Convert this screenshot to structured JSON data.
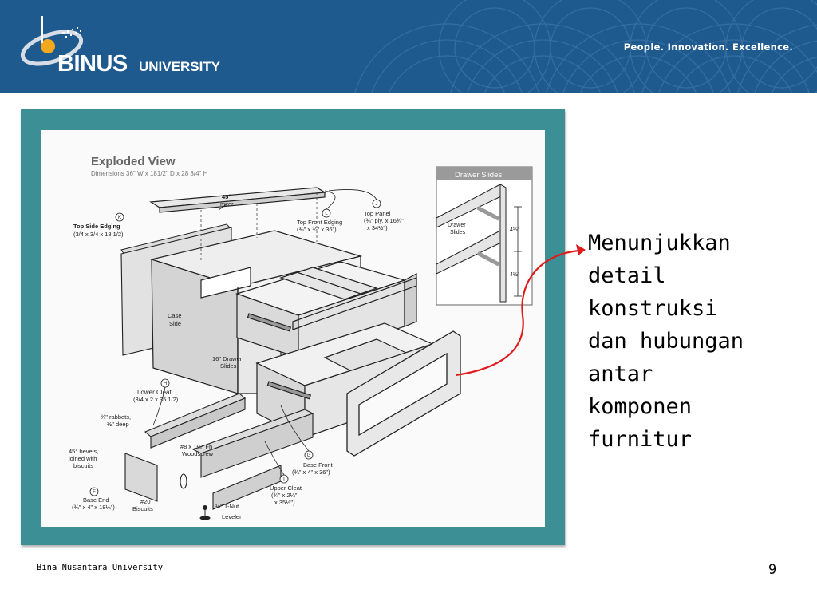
{
  "header": {
    "logo_word": "BINUS",
    "logo_suffix": "UNIVERSITY",
    "tagline": "People. Innovation. Excellence.",
    "background_color": "#1f5a8f"
  },
  "figure": {
    "frame_color": "#3c8f94",
    "title": "Exploded View",
    "dimensions": "Dimensions 36\" W x 181/2\" D x 28 3/4\" H",
    "callouts": {
      "miter_1": "45°",
      "miter_2": "miter",
      "top_side_edging_letter": "K",
      "top_side_edging_1": "Top Side Edging",
      "top_side_edging_2": "(3/4 x 3/4 x 18 1/2)",
      "top_front_edging_letter": "L",
      "top_front_edging_1": "Top Front Edging",
      "top_front_edging_2": "(¾\" x ¾\" x 36\")",
      "top_panel_letter": "J",
      "top_panel_1": "Top Panel",
      "top_panel_2": "(¾\" ply. x 16¾\"",
      "top_panel_3": "x 34½\")",
      "case_side_1": "Case",
      "case_side_2": "Side",
      "drawer_slides_1": "16\" Drawer",
      "drawer_slides_2": "Slides",
      "lower_cleat_letter": "H",
      "lower_cleat_1": "Lower Cleat",
      "lower_cleat_2": "(3/4 x 2 x 35 1/2)",
      "rabbets_1": "¾\" rabbets,",
      "rabbets_2": "½\" deep",
      "woodscrew_1": "#8 x 1¼\" Fh",
      "woodscrew_2": "Woodscrew",
      "bevels_1": "45° bevels,",
      "bevels_2": "joined with",
      "bevels_3": "biscuits",
      "base_end_letter": "F",
      "base_end_1": "Base End",
      "base_end_2": "(¾\" x 4\" x 18¼\")",
      "biscuits_1": "#20",
      "biscuits_2": "Biscuits",
      "base_front_letter": "G",
      "base_front_1": "Base Front",
      "base_front_2": "(¾\" x 4\" x 36\")",
      "upper_cleat_letter": "I",
      "upper_cleat_1": "Upper Cleat",
      "upper_cleat_2": "(¾\" x 2¼\"",
      "upper_cleat_3": "x 35½\")",
      "tnut_1": "¼\" T-Nut",
      "tnut_2": "Leveler"
    },
    "inset": {
      "title": "Drawer Slides",
      "label_1": "Drawer",
      "label_2": "Slides",
      "dim_1": "4½\"",
      "dim_2": "4½\""
    }
  },
  "caption_lines": [
    "Menunjukkan",
    "detail",
    "konstruksi",
    "dan hubungan",
    "antar",
    "komponen",
    "furnitur"
  ],
  "arrow_color": "#e01b1b",
  "footer": {
    "left_text": "Bina Nusantara University",
    "page_number": "9"
  }
}
